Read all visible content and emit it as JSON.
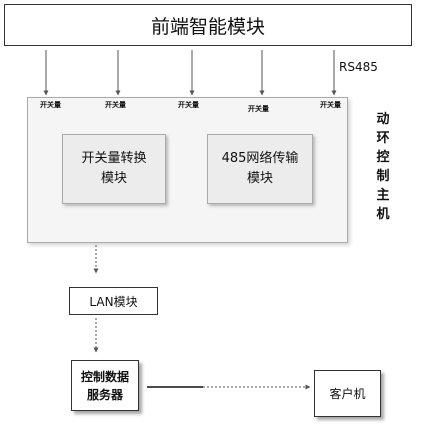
{
  "top_module": {
    "label": "前端智能模块"
  },
  "bus_label": "RS485",
  "host": {
    "label": "动环控制主机",
    "ports": [
      "开关量",
      "开关量",
      "开关量",
      "开关量",
      "开关量"
    ],
    "modules": [
      {
        "label": "开关量转换\n模块"
      },
      {
        "label": "485网络传输\n模块"
      }
    ]
  },
  "lan_module": {
    "label": "LAN模块"
  },
  "server": {
    "label": "控制数据\n服务器"
  },
  "client": {
    "label": "客户机"
  },
  "colors": {
    "line": "#333333",
    "panel": "#f5f5f5",
    "inner": "#ececec"
  }
}
